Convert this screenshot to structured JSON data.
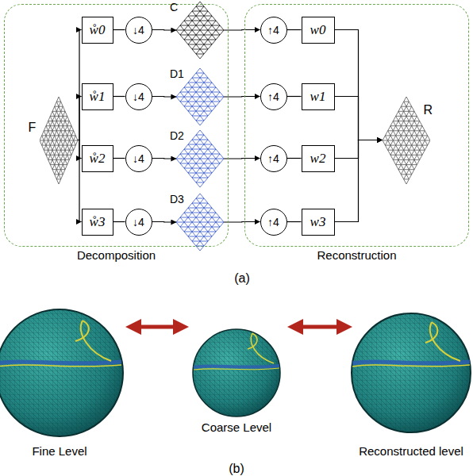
{
  "diagram": {
    "nodes": [
      {
        "text": [
          "Decomposition"
        ]
      },
      {
        "text": [
          "F"
        ],
        "in": 0
      },
      {
        "text": [
          "ẘ0"
        ],
        "in": 0
      },
      {
        "text": [
          "ẘ1"
        ],
        "in": 0
      },
      {
        "text": [
          "ẘ2"
        ],
        "in": 0
      },
      {
        "text": [
          "ẘ3"
        ],
        "in": 0
      },
      {
        "text": [
          "↓4"
        ],
        "in": 0
      },
      {
        "text": [
          "↓4"
        ],
        "in": 0
      },
      {
        "text": [
          "↓4"
        ],
        "in": 0
      },
      {
        "text": [
          "↓4"
        ],
        "in": 0
      },
      {
        "text": [
          "C"
        ]
      },
      {
        "text": [
          "D1"
        ]
      },
      {
        "text": [
          "D2"
        ]
      },
      {
        "text": [
          "D3"
        ]
      },
      {
        "text": [
          "Reconstruction"
        ]
      },
      {
        "text": [
          "↑4"
        ],
        "in": 14
      },
      {
        "text": [
          "↑4"
        ],
        "in": 14
      },
      {
        "text": [
          "↑4"
        ],
        "in": 14
      },
      {
        "text": [
          "↑4"
        ],
        "in": 14
      },
      {
        "text": [
          "w0"
        ],
        "in": 14
      },
      {
        "text": [
          "w1"
        ],
        "in": 14
      },
      {
        "text": [
          "w2"
        ],
        "in": 14
      },
      {
        "text": [
          "w3"
        ],
        "in": 14
      },
      {
        "text": [
          "R"
        ],
        "in": 14
      }
    ],
    "edges": [
      {
        "from": 1,
        "to": 2,
        "arrow": "to"
      },
      {
        "from": 1,
        "to": 3,
        "arrow": "to"
      },
      {
        "from": 1,
        "to": 4,
        "arrow": "to"
      },
      {
        "from": 1,
        "to": 5,
        "arrow": "to"
      },
      {
        "from": 2,
        "to": 6,
        "arrow": "none"
      },
      {
        "from": 3,
        "to": 7,
        "arrow": "none"
      },
      {
        "from": 4,
        "to": 8,
        "arrow": "none"
      },
      {
        "from": 5,
        "to": 9,
        "arrow": "none"
      },
      {
        "from": 6,
        "to": 10,
        "arrow": "to"
      },
      {
        "from": 7,
        "to": 11,
        "arrow": "to"
      },
      {
        "from": 8,
        "to": 12,
        "arrow": "to"
      },
      {
        "from": 9,
        "to": 13,
        "arrow": "to"
      },
      {
        "from": 10,
        "to": 15,
        "arrow": "to"
      },
      {
        "from": 11,
        "to": 16,
        "arrow": "to"
      },
      {
        "from": 12,
        "to": 17,
        "arrow": "to"
      },
      {
        "from": 13,
        "to": 18,
        "arrow": "to"
      },
      {
        "from": 15,
        "to": 19,
        "arrow": "none"
      },
      {
        "from": 16,
        "to": 20,
        "arrow": "none"
      },
      {
        "from": 17,
        "to": 21,
        "arrow": "none"
      },
      {
        "from": 18,
        "to": 22,
        "arrow": "none"
      },
      {
        "from": 19,
        "to": 23,
        "arrow": "to"
      },
      {
        "from": 20,
        "to": 23,
        "arrow": "to"
      },
      {
        "from": 21,
        "to": 23,
        "arrow": "to"
      },
      {
        "from": 22,
        "to": 23,
        "arrow": "to"
      }
    ],
    "labels": [
      "(a)",
      "Fine Level",
      "Coarse Level",
      "Reconstructed level",
      "(b)"
    ]
  }
}
